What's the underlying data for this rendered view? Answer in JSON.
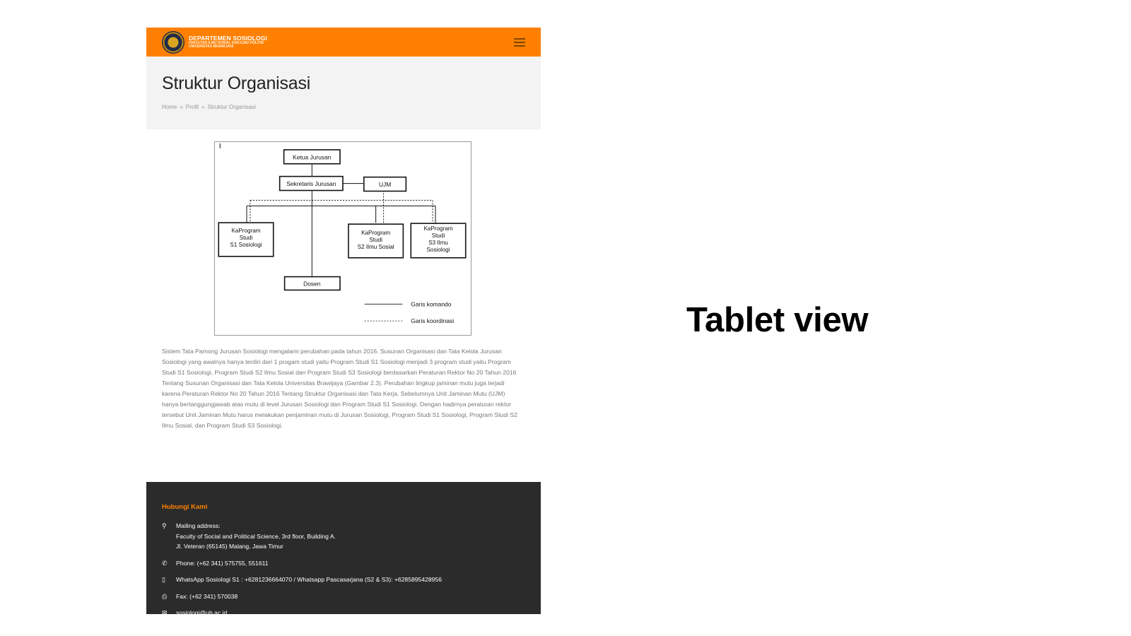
{
  "header": {
    "brand_title": "DEPARTEMEN SOSIOLOGI",
    "brand_line1": "FAKULTAS ILMU SOSIAL DAN ILMU POLITIK",
    "brand_line2": "UNIVERSITAS BRAWIJAYA",
    "menu_icon": "hamburger-menu-icon"
  },
  "hero": {
    "title": "Struktur Organisasi",
    "breadcrumb": [
      "Home",
      "Profil",
      "Struktur Organisasi"
    ],
    "separator": "»"
  },
  "org_chart": {
    "nodes": {
      "ketua": "Ketua Jurusan",
      "sekretaris": "Sekretaris Jurusan",
      "ujm": "UJM",
      "s1": [
        "KaProgram",
        "Studi",
        "S1 Sosiologi"
      ],
      "s2": [
        "KaProgram",
        "Studi",
        "S2 Ilmu Sosial"
      ],
      "s3": [
        "KaProgram",
        "Studi",
        "S3 Ilmu",
        "Sosiologi"
      ],
      "dosen": "Dosen"
    },
    "legend": {
      "komando": "Garis komando",
      "koordinasi": "Garis koordinasi"
    }
  },
  "body_text": "Sistem Tata Pamong Jurusan Sosiologi mengalami perubahan pada tahun 2016. Susunan Organisasi dan Tata Kelola Jurusan Sosiologi yang awalnya hanya terdiri dari 1 progam studi yaitu Program Studi S1 Sosiologi menjadi 3 program studi yaitu Program Studi S1 Sosiologi, Program Studi S2 Ilmu Sosial dan Program Studi S3 Sosiologi berdasarkan Peraturan Rektor No 20 Tahun 2016 Tentang Susunan Organisasi dan Tata Kelola Universitas Brawijaya (Gambar 2.3). Perubahan lingkup jaminan mutu juga terjadi karena Peraturan Rektor No 20 Tahun 2016 Tentang Struktur Organisasi dan Tata Kerja. Sebelumnya Unit Jaminan Mutu (UJM) hanya bertanggungjawab atas mutu di level Jurusan Sosiologi dan Program Studi S1 Sosiologi. Dengan hadirnya peraturan rektor tersebut Unit Jaminan Mutu harus melakukan penjaminan mutu di Jurusan Sosiologi, Program Studi S1 Sosiologi, Program Studi S2 Ilmu Sosial, dan Program Studi S3 Sosiologi.",
  "footer": {
    "title": "Hubungi Kami",
    "mailing_label": "Mailing address:",
    "mailing_line1": "Faculty of Social and Political Science, 3rd floor, Building A.",
    "mailing_line2": "Jl. Veteran (65145) Malang, Jawa Timur",
    "phone": "Phone: (+62 341) 575755, 551611",
    "whatsapp": "WhatsApp Sosiologi S1 : +6281236664070 / Whatsapp Pascasarjana (S2 & S3): +6285895428956",
    "fax": "Fax: (+62 341) 570038",
    "email": "sosiologi@ub.ac.id",
    "icons": [
      "map-pin-icon",
      "phone-icon",
      "mobile-icon",
      "fax-icon",
      "envelope-icon"
    ]
  },
  "caption": "Tablet view",
  "colors": {
    "accent": "#ff8000",
    "footer_bg": "#2b2b2b",
    "hero_bg": "#f3f3f3"
  }
}
